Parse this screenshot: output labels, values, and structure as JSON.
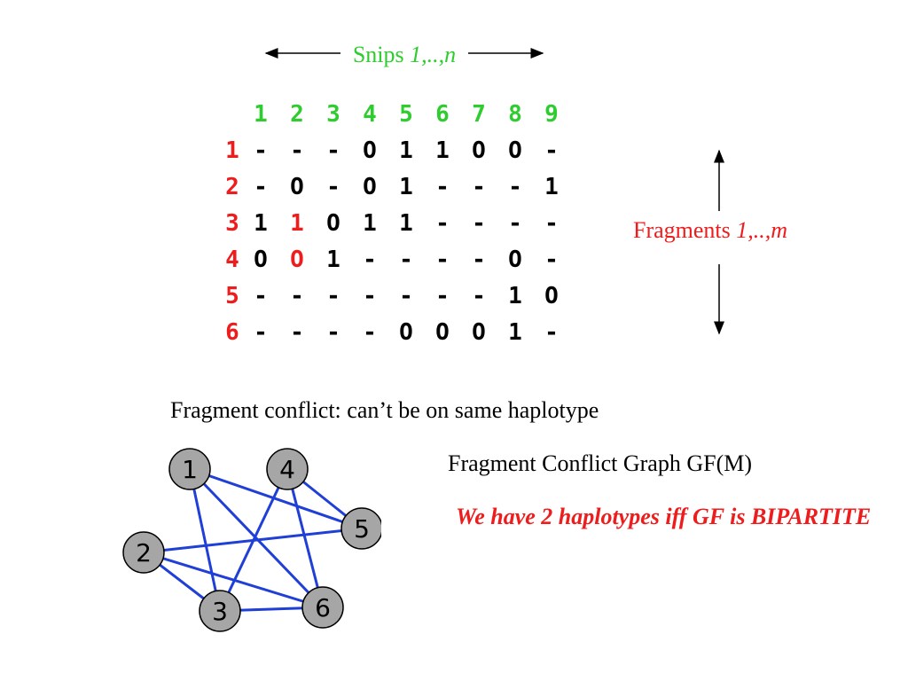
{
  "snips": {
    "label_prefix": "Snips ",
    "label_range": "1,..,n"
  },
  "matrix": {
    "columns": [
      "1",
      "2",
      "3",
      "4",
      "5",
      "6",
      "7",
      "8",
      "9"
    ],
    "rows": [
      {
        "label": "1",
        "cells": [
          "-",
          "-",
          "-",
          "O",
          "1",
          "1",
          "O",
          "O",
          "-"
        ]
      },
      {
        "label": "2",
        "cells": [
          "-",
          "O",
          "-",
          "O",
          "1",
          "-",
          "-",
          "-",
          "1"
        ]
      },
      {
        "label": "3",
        "cells": [
          "1",
          "1",
          "O",
          "1",
          "1",
          "-",
          "-",
          "-",
          "-"
        ]
      },
      {
        "label": "4",
        "cells": [
          "O",
          "O",
          "1",
          "-",
          "-",
          "-",
          "-",
          "O",
          "-"
        ]
      },
      {
        "label": "5",
        "cells": [
          "-",
          "-",
          "-",
          "-",
          "-",
          "-",
          "-",
          "1",
          "O"
        ]
      },
      {
        "label": "6",
        "cells": [
          "-",
          "-",
          "-",
          "-",
          "O",
          "O",
          "O",
          "1",
          "-"
        ]
      }
    ],
    "highlight_color": "#ee1c1c",
    "highlighted_cells": [
      [
        2,
        1
      ],
      [
        3,
        1
      ]
    ]
  },
  "fragments": {
    "label_prefix": "Fragments ",
    "label_range": "1,..,m"
  },
  "captions": {
    "conflict": "Fragment conflict: can’t be on same haplotype",
    "graph": "Fragment Conflict Graph GF(M)",
    "bipartite": "We have 2 haplotypes iff GF is BIPARTITE"
  },
  "graph": {
    "nodes": [
      "1",
      "2",
      "3",
      "4",
      "5",
      "6"
    ],
    "edges": [
      [
        "1",
        "5"
      ],
      [
        "1",
        "3"
      ],
      [
        "1",
        "6"
      ],
      [
        "4",
        "5"
      ],
      [
        "4",
        "3"
      ],
      [
        "4",
        "6"
      ],
      [
        "2",
        "5"
      ],
      [
        "2",
        "6"
      ],
      [
        "2",
        "3"
      ],
      [
        "3",
        "6"
      ]
    ],
    "edge_color": "#1f3fd6",
    "node_fill": "#a6a6a6"
  },
  "colors": {
    "column_labels": "#2ecc2e",
    "row_labels": "#ee1c1c",
    "note": "#ee1c1c"
  }
}
